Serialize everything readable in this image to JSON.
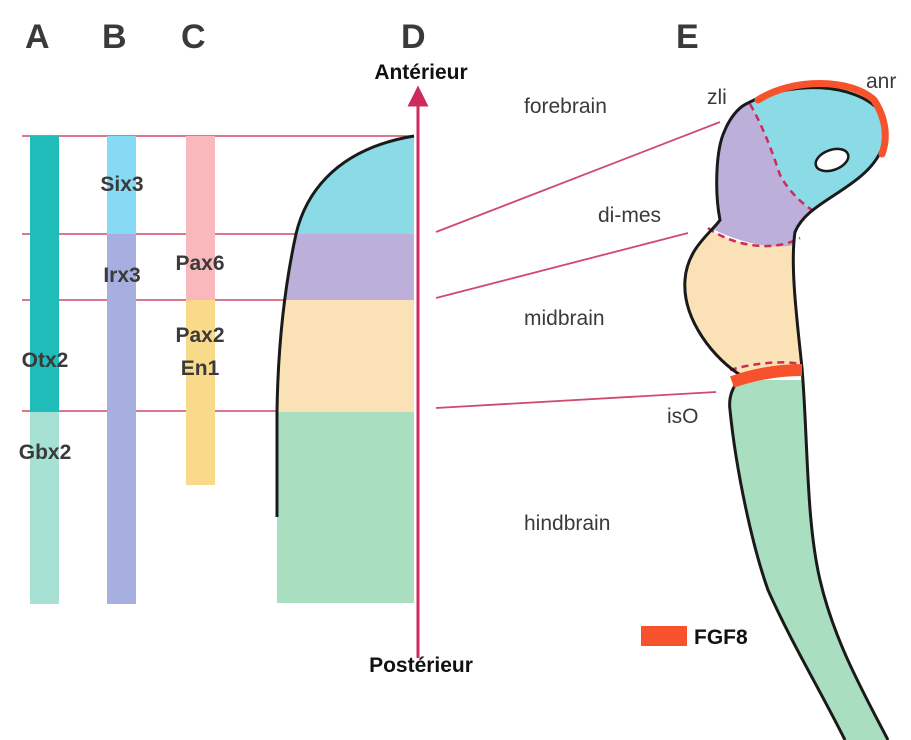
{
  "panels": {
    "a": "A",
    "b": "B",
    "c": "C",
    "d": "D",
    "e": "E"
  },
  "genes": {
    "otx2": "Otx2",
    "gbx2": "Gbx2",
    "six3": "Six3",
    "irx3": "Irx3",
    "pax6": "Pax6",
    "pax2": "Pax2",
    "en1": "En1"
  },
  "axis": {
    "anterior": "Antérieur",
    "posterior": "Postérieur"
  },
  "regions": {
    "forebrain": "forebrain",
    "dimes": "di-mes",
    "midbrain": "midbrain",
    "hindbrain": "hindbrain"
  },
  "boundaries": {
    "zli": "zli",
    "anr": "anr",
    "iso": "isO"
  },
  "legend": {
    "fgf8": "FGF8"
  },
  "colors": {
    "otx2": "#1fbcba",
    "gbx2": "#a7e1d3",
    "six3": "#86daf3",
    "irx3": "#a7aee0",
    "pax6": "#f9b8bc",
    "pax2": "#f9da8b",
    "forebrain": "#8adbe5",
    "dimes": "#bcb0da",
    "midbrain": "#fbe2b6",
    "hindbrain": "#a9dfc0",
    "axis": "#cc2b5c",
    "guide": "#d04a6c",
    "fgf8": "#f6532c",
    "outline": "#1a1a1a"
  }
}
